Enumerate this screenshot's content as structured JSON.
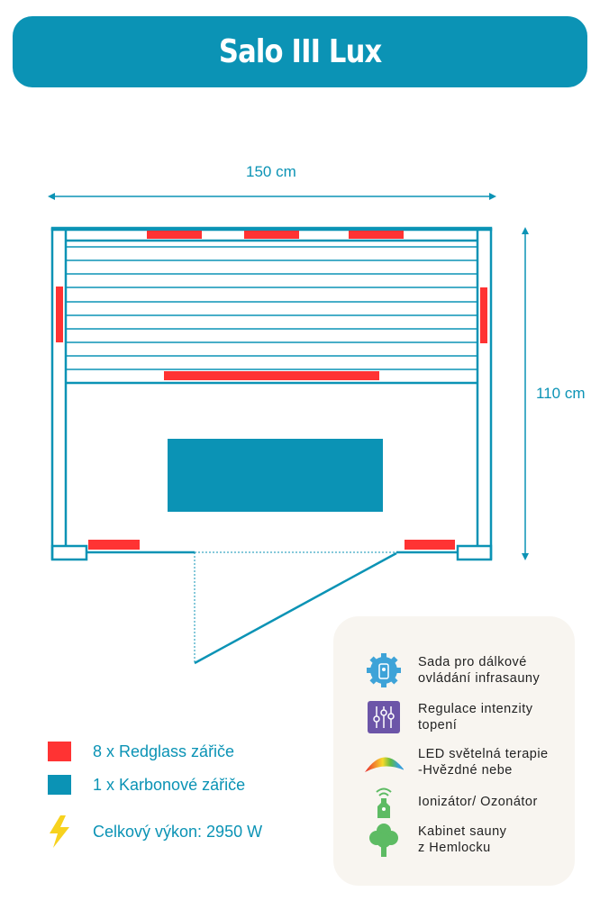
{
  "title": "Salo III Lux",
  "dimensions": {
    "width": "150 cm",
    "depth": "110 cm"
  },
  "legend": [
    {
      "label": "8 x Redglass zářiče",
      "color": "#ff3333"
    },
    {
      "label": "1 x Karbonové zářiče",
      "color": "#0b93b5"
    },
    {
      "label": "Celkový výkon: 2950 W",
      "icon": "lightning-icon"
    }
  ],
  "features": [
    {
      "icon": "remote-gear-icon",
      "line1": "Sada pro dálkové",
      "line2": "ovládání infrasauny"
    },
    {
      "icon": "sliders-icon",
      "line1": "Regulace intenzity",
      "line2": "topení"
    },
    {
      "icon": "rainbow-icon",
      "line1": "LED světelná terapie",
      "line2": "-Hvězdné nebe"
    },
    {
      "icon": "ionizer-icon",
      "line1": "Ionizátor/ Ozonátor",
      "line2": ""
    },
    {
      "icon": "tree-icon",
      "line1": "Kabinet sauny",
      "line2": "z Hemlocku"
    }
  ]
}
